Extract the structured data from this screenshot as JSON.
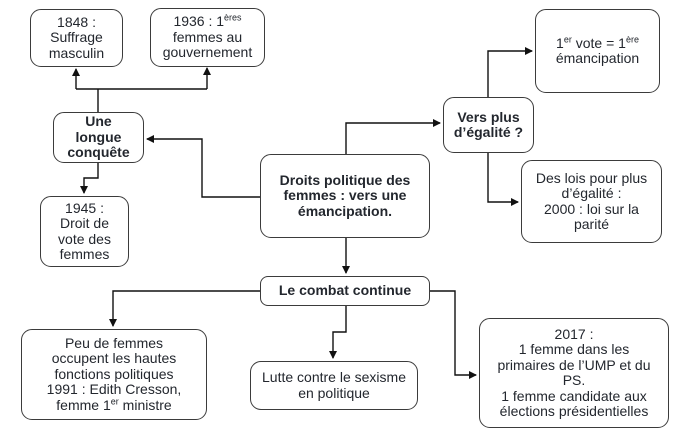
{
  "diagram_title": "Droits politique des femmes : vers une émancipation.",
  "colors": {
    "box_border": "#3b3b3b",
    "text": "#23272e",
    "arrow": "#111111",
    "background": "#ffffff"
  },
  "nodes": {
    "m1848": {
      "l1": "1848 :",
      "l2": "Suffrage",
      "l3": "masculin"
    },
    "gov1936": {
      "l1a": "1936 : 1",
      "l1sup": "ères",
      "l2": "femmes au",
      "l3": "gouvernement"
    },
    "conquete": {
      "l1": "Une",
      "l2": "longue",
      "l3": "conquête"
    },
    "vote1945": {
      "l1": "1945 :",
      "l2": "Droit de",
      "l3": "vote des",
      "l4": "femmes"
    },
    "central": {
      "l1": "Droits politique des",
      "l2": "femmes : vers une",
      "l3": "émancipation."
    },
    "egalite": {
      "l1": "Vers plus",
      "l2": "d’égalité ?"
    },
    "premier_vote": {
      "l1a": "1",
      "l1sup1": "er",
      "l1b": " vote = 1",
      "l1sup2": "ère",
      "l2": "émancipation"
    },
    "lois": {
      "l1": "Des lois pour plus",
      "l2": "d’égalité :",
      "l3": "2000 : loi sur la",
      "l4": "parité"
    },
    "combat": {
      "l1": "Le combat continue"
    },
    "peu_femmes": {
      "l1": "Peu de femmes",
      "l2": "occupent les hautes",
      "l3": "fonctions politiques",
      "l4": "1991 : Edith Cresson,",
      "l5a": "femme 1",
      "l5sup": "er",
      "l5b": " ministre"
    },
    "sexisme": {
      "l1": "Lutte contre le sexisme",
      "l2": "en politique"
    },
    "y2017": {
      "l1": "2017 :",
      "l2": "1 femme dans les",
      "l3": "primaires de l’UMP et du",
      "l4": "PS.",
      "l5": "1 femme candidate aux",
      "l6": "élections présidentielles"
    }
  }
}
